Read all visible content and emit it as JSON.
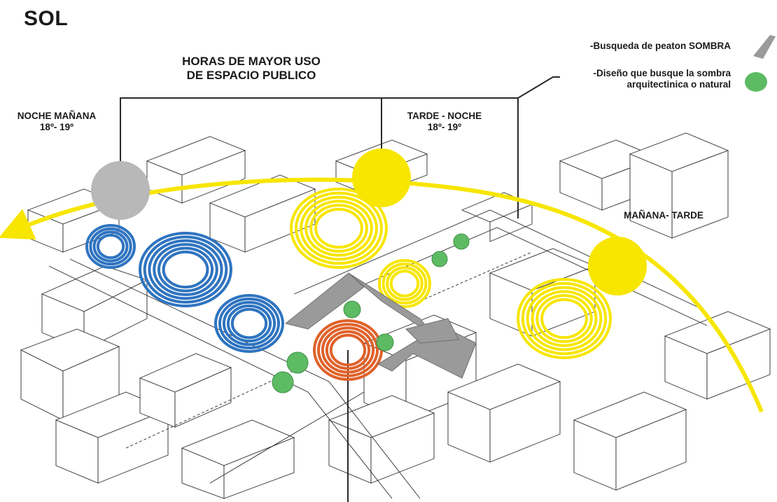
{
  "title": "SOL",
  "hours_label": {
    "line1": "HORAS DE MAYOR USO",
    "line2": "DE ESPACIO PUBLICO"
  },
  "periods": {
    "night_morning": {
      "name": "NOCHE MAÑANA",
      "temp": "18º- 19º"
    },
    "afternoon_night": {
      "name": "TARDE - NOCHE",
      "temp": "18º- 19º"
    },
    "morning_afternoon": {
      "name": "MAÑANA- TARDE"
    }
  },
  "legend": {
    "shade_search": "-Busqueda de peaton SOMBRA",
    "design_line1": "-Diseño que busque la sombra",
    "design_line2": "arquitectinica o natural"
  },
  "colors": {
    "sun_path": "#f7e600",
    "sun_yellow": "#f7e600",
    "night_gray": "#b8b8b8",
    "blue_rings": "#2f74c0",
    "orange_rings": "#e0622a",
    "green_trees": "#5dbb63",
    "shade_gray": "#9a9a9a",
    "building_lines": "#2a2a2a"
  }
}
